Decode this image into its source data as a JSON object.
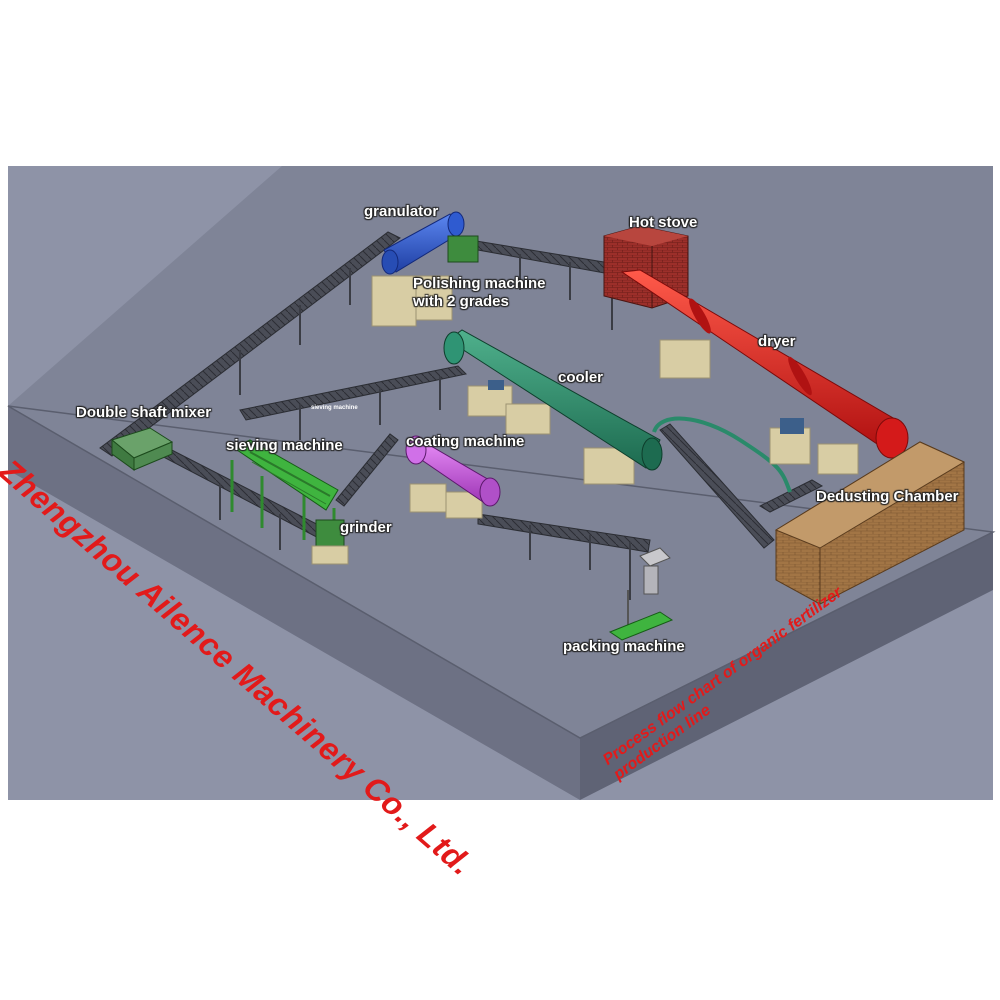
{
  "labels": {
    "granulator": "granulator",
    "hot_stove": "Hot stove",
    "polishing_line1": "Polishing machine",
    "polishing_line2": "with 2 grades",
    "dryer": "dryer",
    "cooler": "cooler",
    "double_shaft_mixer": "Double shaft mixer",
    "sieving_machine_small": "sieving machine",
    "sieving_machine": "sieving machine",
    "coating_machine": "coating machine",
    "grinder": "grinder",
    "dedusting_chamber": "Dedusting Chamber",
    "packing_machine": "packing machine"
  },
  "watermark": {
    "company": "Zhengzhou Ailence Machinery Co., Ltd.",
    "process_line1": "Process flow chart of organic fertilizer",
    "process_line2": "production line"
  },
  "colors": {
    "floor_top": "#7e8395",
    "floor_side": "#6c7082",
    "backdrop": "#8e93a7",
    "granulator": "#2f5bd0",
    "dryer": "#d41a1a",
    "cooler": "#2a8a6a",
    "coating": "#c04fd8",
    "sieving": "#3fb43f",
    "mixer": "#58905a",
    "brick": "#9a6b3c",
    "hot_stove": "#a0302a",
    "support": "#d8cda4",
    "watermark": "#e21a1a"
  }
}
